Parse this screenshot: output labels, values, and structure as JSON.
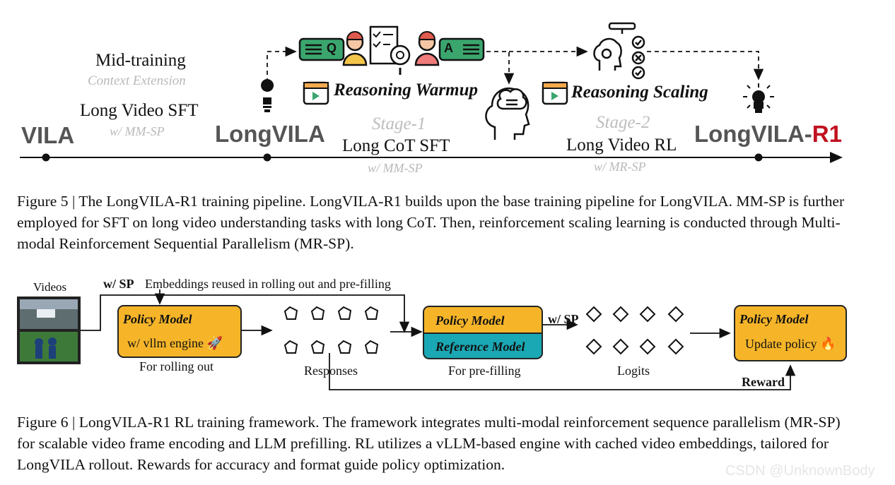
{
  "figure5": {
    "mid_training": "Mid-training",
    "context_extension": "Context Extension",
    "long_video_sft": "Long Video SFT",
    "mm_sp_1": "w/ MM-SP",
    "vila": "VILA",
    "longvila": "LongVILA",
    "longvila_r1_base": "LongVILA-",
    "longvila_r1_suffix": "R1",
    "reasoning_warmup": "Reasoning Warmup",
    "reasoning_scaling": "Reasoning Scaling",
    "stage1": "Stage-1",
    "stage1_task": "Long CoT SFT",
    "stage1_method": "w/ MM-SP",
    "stage2": "Stage-2",
    "stage2_task": "Long Video RL",
    "stage2_method": "w/ MR-SP",
    "q_letter": "Q",
    "a_letter": "A",
    "caption": "Figure 5 | The LongVILA-R1 training pipeline. LongVILA-R1 builds upon the base training pipeline for LongVILA. MM-SP is further employed for SFT on long video understanding tasks with long CoT. Then, reinforcement scaling learning is conducted through Multi-modal Reinforcement Sequential Parallelism (MR-SP)."
  },
  "figure6": {
    "videos": "Videos",
    "w_sp_top": "w/ SP",
    "embeddings_note": "Embeddings reused in rolling out and pre-filling",
    "policy1_title": "Policy Model",
    "policy1_text": "w/ vllm engine 🚀",
    "policy1_sub": "For rolling out",
    "responses": "Responses",
    "policy2_title": "Policy Model",
    "reference_title": "Reference Model",
    "prefill_sub": "For pre-filling",
    "w_sp_mid": "w/ SP",
    "logits": "Logits",
    "policy3_title": "Policy Model",
    "policy3_text": "Update policy 🔥",
    "reward": "Reward",
    "caption": "Figure 6 | LongVILA-R1 RL training framework. The framework integrates multi-modal reinforcement sequence parallelism (MR-SP) for scalable video frame encoding and LLM prefilling. RL utilizes a vLLM-based engine with cached video embeddings, tailored for LongVILA rollout. Rewards for accuracy and format guide policy optimization."
  },
  "watermark": "CSDN @UnknownBody",
  "colors": {
    "accent_red": "#c1121f",
    "orange": "#f6b529",
    "teal": "#1aa8b4",
    "green": "#3aa66d"
  }
}
